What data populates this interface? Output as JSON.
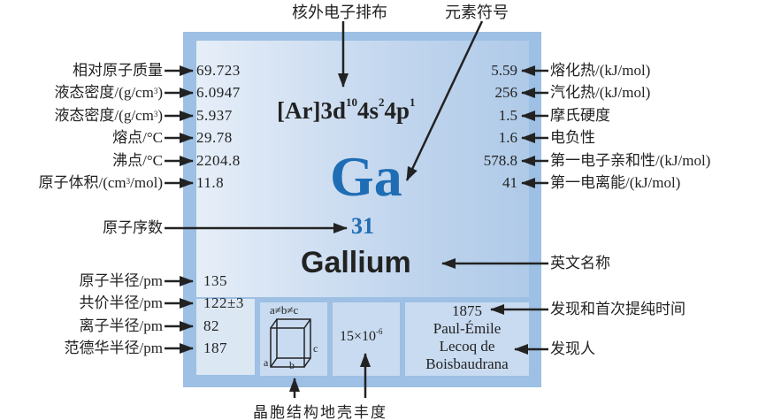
{
  "colors": {
    "frame": "#9dc0e4",
    "symbol": "#1f6db5"
  },
  "top": {
    "electron_config_label": "核外电子排布",
    "symbol_label": "元素符号"
  },
  "center": {
    "config_main": "[Ar]3d",
    "config_sup1": "10",
    "config_mid": "4s",
    "config_sup2": "2",
    "config_end": "4p",
    "config_sup3": "1",
    "symbol": "Ga",
    "atomic_number": "31",
    "name": "Gallium"
  },
  "left": [
    {
      "label": "相对原子质量",
      "value": "69.723"
    },
    {
      "label": "液态密度/(g/cm",
      "sup": "3",
      "tail": ")",
      "value": "6.0947"
    },
    {
      "label": "液态密度/(g/cm",
      "sup": "3",
      "tail": ")",
      "value": "5.937"
    },
    {
      "label": "熔点/°C",
      "value": "29.78"
    },
    {
      "label": "沸点/°C",
      "value": "2204.8"
    },
    {
      "label": "原子体积/(cm",
      "sup": "3",
      "tail": "/mol)",
      "value": "11.8"
    }
  ],
  "atomic_number_label": "原子序数",
  "english_name_label": "英文名称",
  "right": [
    {
      "label": "熔化热/(kJ/mol)",
      "value": "5.59"
    },
    {
      "label": "汽化热/(kJ/mol)",
      "value": "256"
    },
    {
      "label": "摩氏硬度",
      "value": "1.5"
    },
    {
      "label": "电负性",
      "value": "1.6"
    },
    {
      "label": "第一电子亲和性/(kJ/mol)",
      "value": "578.8"
    },
    {
      "label": "第一电离能/(kJ/mol)",
      "value": "41"
    }
  ],
  "radii": [
    {
      "label": "原子半径/pm",
      "value": "135"
    },
    {
      "label": "共价半径/pm",
      "value": "122±3"
    },
    {
      "label": "离子半径/pm",
      "value": "82"
    },
    {
      "label": "范德华半径/pm",
      "value": "187"
    }
  ],
  "cell": {
    "relation": "a≠b≠c",
    "a": "a",
    "b": "b",
    "c": "c"
  },
  "abundance": {
    "base": "15×10",
    "exp": "-6"
  },
  "discovery": {
    "year": "1875",
    "discoverer_line1": "Paul-Émile",
    "discoverer_line2": "Lecoq de",
    "discoverer_line3": "Boisbaudrana",
    "time_label": "发现和首次提纯时间",
    "person_label": "发现人"
  },
  "bottom": {
    "cell_label": "晶胞结构",
    "abundance_label": "地壳丰度"
  }
}
